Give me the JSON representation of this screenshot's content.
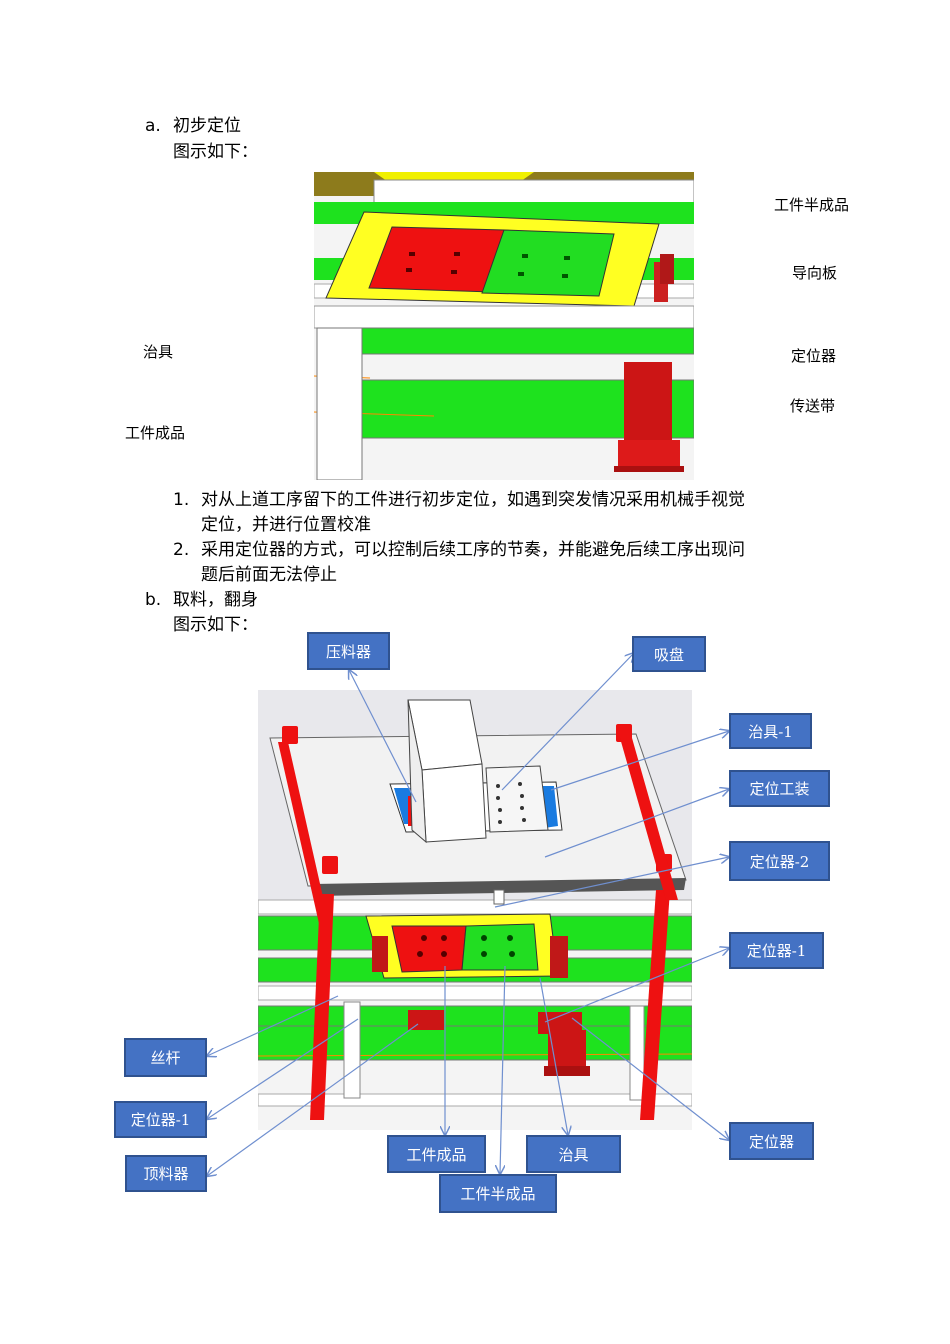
{
  "section_a": {
    "marker": "a.",
    "title": "初步定位",
    "caption": "图示如下：",
    "labels": {
      "semi_finished": "工件半成品",
      "guide_plate": "导向板",
      "fixture": "治具",
      "locator": "定位器",
      "conveyor": "传送带",
      "finished": "工件成品"
    },
    "list": [
      {
        "num": "1.",
        "line1": "对从上道工序留下的工件进行初步定位，如遇到突发情况采用机械手视觉",
        "line2": "定位，并进行位置校准"
      },
      {
        "num": "2.",
        "line1": "采用定位器的方式，可以控制后续工序的节奏，并能避免后续工序出现问",
        "line2": "题后前面无法停止"
      }
    ]
  },
  "section_b": {
    "marker": "b.",
    "title": "取料，翻身",
    "caption": "图示如下：",
    "callouts": {
      "presser": "压料器",
      "suction": "吸盘",
      "fixture1": "治具-1",
      "locating_tool": "定位工装",
      "locator2": "定位器-2",
      "locator1_right": "定位器-1",
      "lead_screw": "丝杆",
      "locator1_left": "定位器-1",
      "ejector": "顶料器",
      "finished": "工件成品",
      "fixture": "治具",
      "locator": "定位器",
      "semi_finished": "工件半成品"
    }
  },
  "colors": {
    "callout_box": "#4472c4",
    "arrow": "#6f8fcf",
    "belt_green": "#1ee21e",
    "part_red": "#ee1111",
    "part_green": "#22dd22",
    "guide_yellow": "#ffff22"
  }
}
